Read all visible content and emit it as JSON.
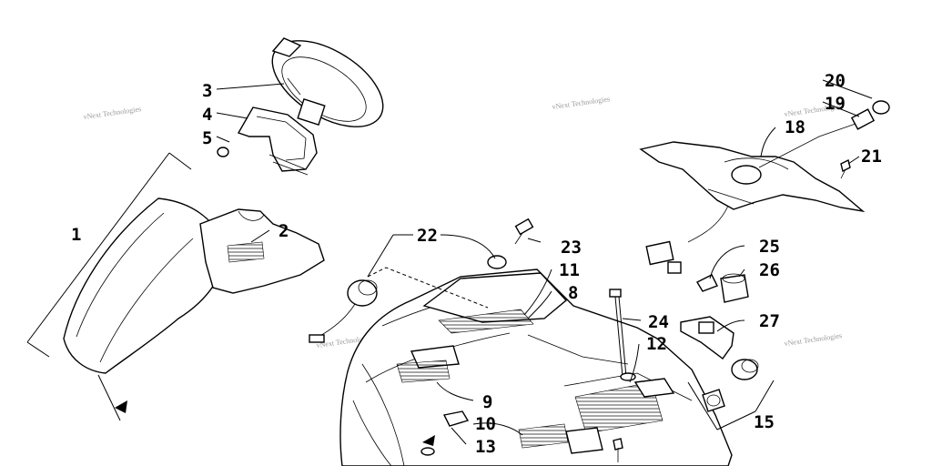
{
  "callouts": [
    {
      "id": "1",
      "label": "1"
    },
    {
      "id": "2",
      "label": "2"
    },
    {
      "id": "3",
      "label": "3"
    },
    {
      "id": "4",
      "label": "4"
    },
    {
      "id": "5",
      "label": "5"
    },
    {
      "id": "8",
      "label": "8"
    },
    {
      "id": "9",
      "label": "9"
    },
    {
      "id": "10",
      "label": "10"
    },
    {
      "id": "11",
      "label": "11"
    },
    {
      "id": "12",
      "label": "12"
    },
    {
      "id": "13",
      "label": "13"
    },
    {
      "id": "15",
      "label": "15"
    },
    {
      "id": "18",
      "label": "18"
    },
    {
      "id": "19",
      "label": "19"
    },
    {
      "id": "20",
      "label": "20"
    },
    {
      "id": "21",
      "label": "21"
    },
    {
      "id": "22",
      "label": "22"
    },
    {
      "id": "23",
      "label": "23"
    },
    {
      "id": "24",
      "label": "24"
    },
    {
      "id": "25",
      "label": "25"
    },
    {
      "id": "26",
      "label": "26"
    },
    {
      "id": "27",
      "label": "27"
    }
  ],
  "watermark": "vNext Technologies"
}
